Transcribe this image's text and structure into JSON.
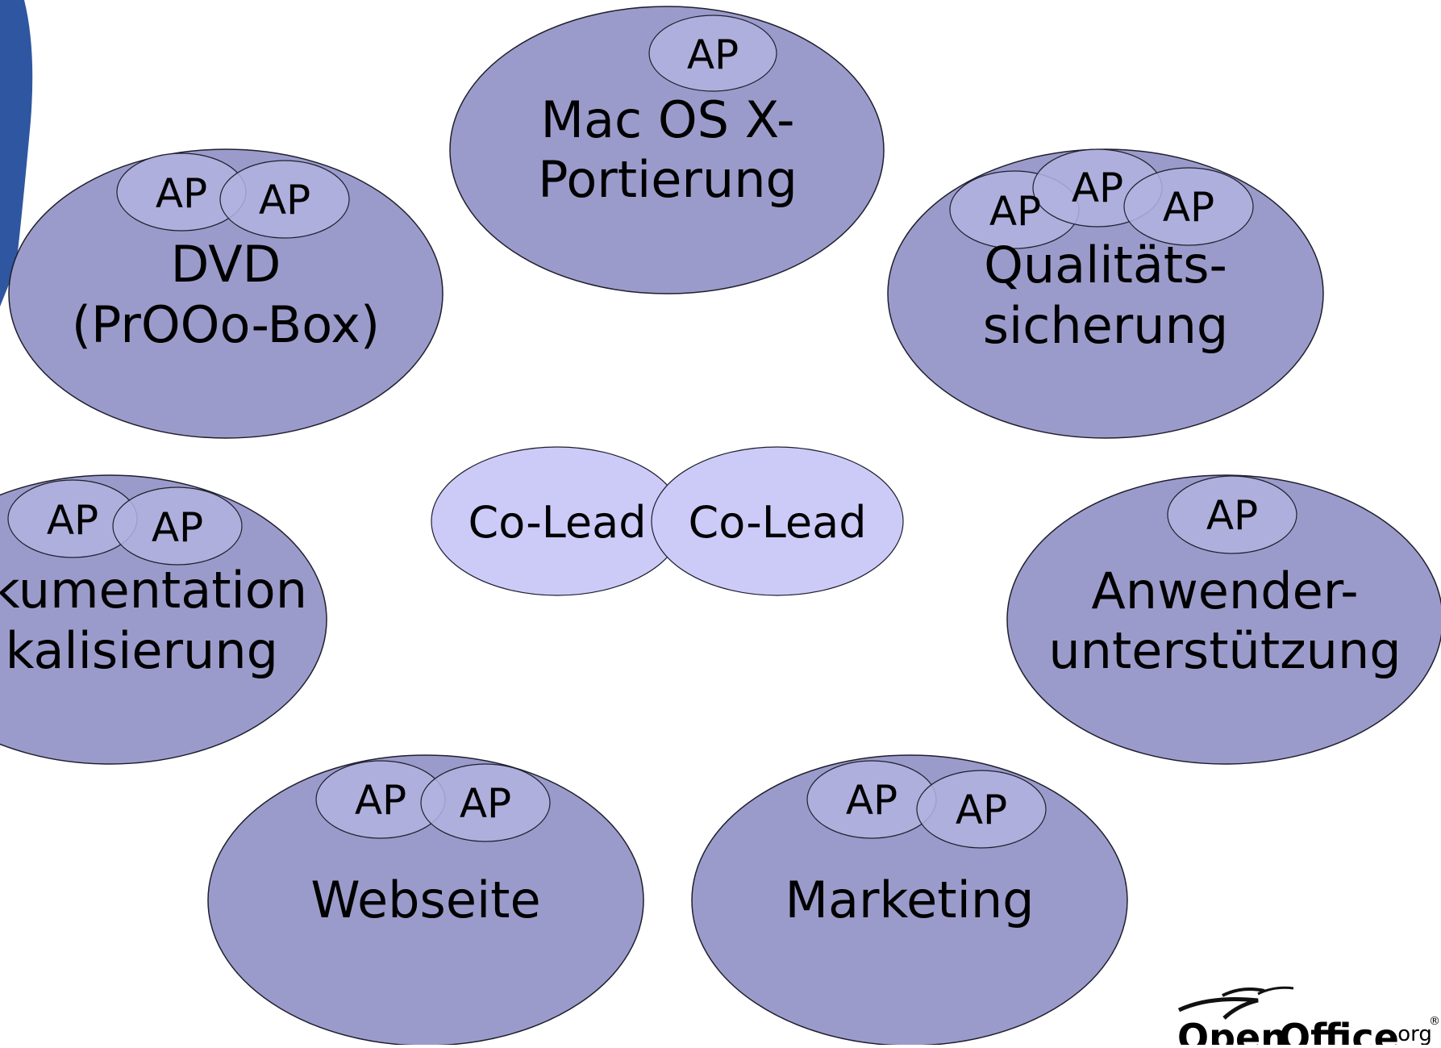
{
  "colors": {
    "background": "#ffffff",
    "team_fill": "#9b9bcb",
    "ap_fill": "#b3b3e0",
    "colead_fill": "#cccbf8",
    "outline": "#1f1f2e",
    "side_band": "#2f56a0",
    "logo_text": "#111111",
    "logo_accent": "#1b6fc2"
  },
  "teams": {
    "mac": {
      "lines": [
        "Mac OS X-",
        "Portierung"
      ],
      "ap_labels": [
        "AP"
      ]
    },
    "dvd": {
      "lines": [
        "DVD",
        "(PrOOo-Box)"
      ],
      "ap_labels": [
        "AP",
        "AP"
      ]
    },
    "qa": {
      "lines": [
        "Qualitäts-",
        "sicherung"
      ],
      "ap_labels": [
        "AP",
        "AP",
        "AP"
      ]
    },
    "doku": {
      "lines": [
        "kumentation",
        "kalisierung"
      ],
      "ap_labels": [
        "AP",
        "AP"
      ]
    },
    "support": {
      "lines": [
        "Anwender-",
        "unterstützung"
      ],
      "ap_labels": [
        "AP"
      ]
    },
    "web": {
      "lines": [
        "Webseite"
      ],
      "ap_labels": [
        "AP",
        "AP"
      ]
    },
    "marketing": {
      "lines": [
        "Marketing"
      ],
      "ap_labels": [
        "AP",
        "AP"
      ]
    }
  },
  "co_leads": {
    "left_label": "Co-Lead",
    "right_label": "Co-Lead"
  },
  "logo": {
    "word_open": "Open",
    "word_office": "Office",
    "suffix": ".org",
    "reg_mark": "®"
  },
  "icons": {
    "logo_birds": "birds-icon",
    "side_band": "decorative-band"
  }
}
